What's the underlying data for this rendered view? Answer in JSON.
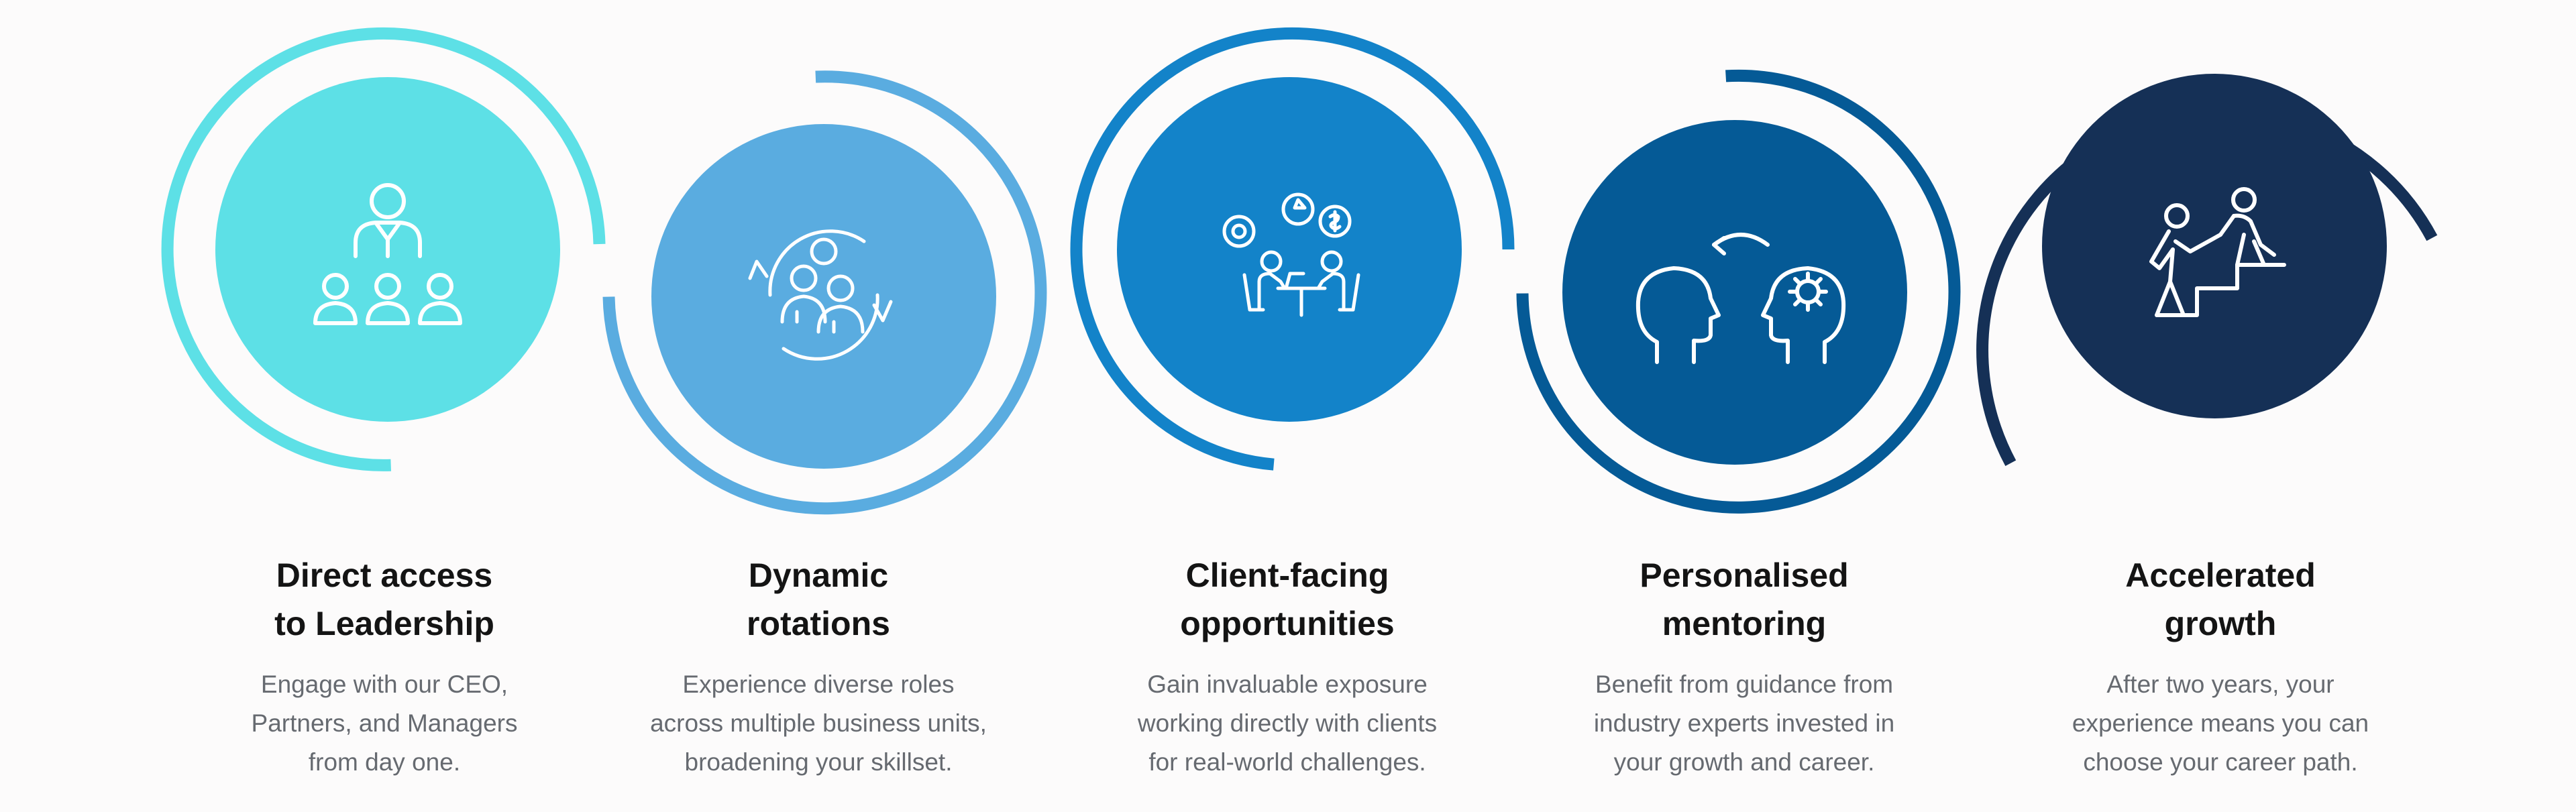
{
  "colors": {
    "background": "#fcfbfb",
    "title_text": "#141414",
    "body_text": "#666a70"
  },
  "steps": [
    {
      "color": "#5de0e6",
      "icon": "leadership-hierarchy-icon",
      "title_lines": [
        "Direct access",
        "to Leadership"
      ],
      "desc_lines": [
        "Engage with our CEO,",
        "Partners, and Managers",
        "from day one."
      ]
    },
    {
      "color": "#5aace0",
      "icon": "rotating-team-icon",
      "title_lines": [
        "Dynamic",
        "rotations"
      ],
      "desc_lines": [
        "Experience diverse roles",
        "across multiple business units,",
        "broadening your skillset."
      ]
    },
    {
      "color": "#1383c9",
      "icon": "client-meeting-icon",
      "title_lines": [
        "Client-facing",
        "opportunities"
      ],
      "desc_lines": [
        "Gain invaluable exposure",
        "working directly with clients",
        "for real-world challenges."
      ]
    },
    {
      "color": "#055a96",
      "icon": "mentoring-heads-icon",
      "title_lines": [
        "Personalised",
        "mentoring"
      ],
      "desc_lines": [
        "Benefit from guidance from",
        "industry experts invested in",
        "your growth and career."
      ]
    },
    {
      "color": "#153056",
      "icon": "climbing-stairs-icon",
      "title_lines": [
        "Accelerated",
        "growth"
      ],
      "desc_lines": [
        "After two years, your",
        "experience means you can",
        "choose your career path."
      ]
    }
  ]
}
